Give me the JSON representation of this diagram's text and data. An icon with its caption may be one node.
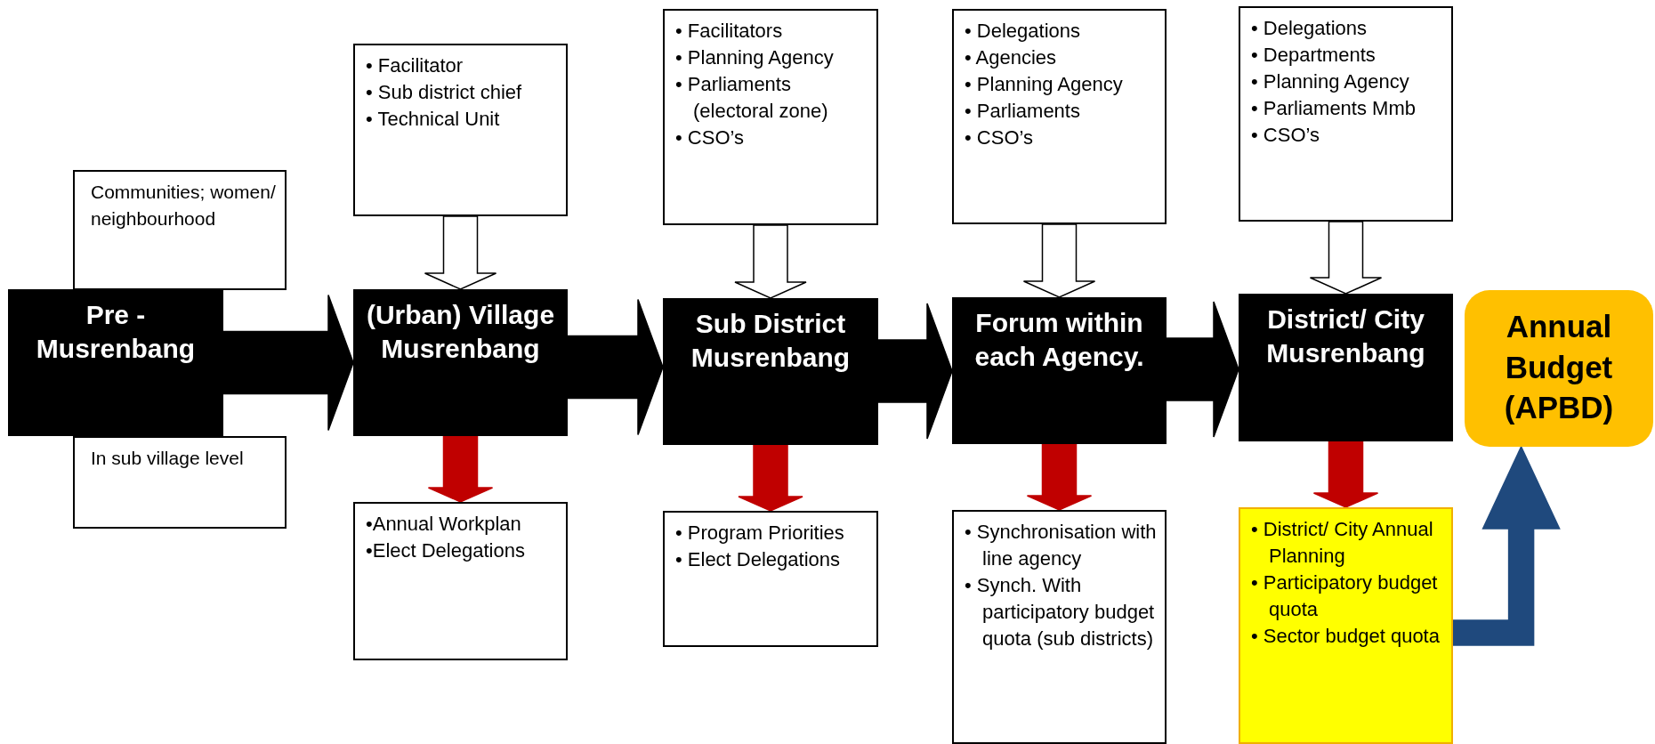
{
  "diagram": {
    "nodes": [
      {
        "text": [
          "Pre - Musrenbang"
        ]
      },
      {
        "text": [
          "Communities; women/ neighbourhood"
        ]
      },
      {
        "text": [
          "In sub village level"
        ]
      },
      {
        "text": [
          "(Urban) Village Musrenbang"
        ]
      },
      {
        "text": [
          "• Facilitator",
          "• Sub district chief",
          "• Technical Unit"
        ]
      },
      {
        "text": [
          "•Annual Workplan",
          "•Elect Delegations"
        ]
      },
      {
        "text": [
          "Sub District Musrenbang"
        ]
      },
      {
        "text": [
          "• Facilitators",
          "• Planning Agency",
          "• Parliaments (electoral zone)",
          "• CSO’s"
        ]
      },
      {
        "text": [
          "• Program Priorities",
          "• Elect Delegations"
        ]
      },
      {
        "text": [
          "Forum within each Agency."
        ]
      },
      {
        "text": [
          "• Delegations",
          "• Agencies",
          "• Planning Agency",
          "• Parliaments",
          "• CSO’s"
        ]
      },
      {
        "text": [
          "• Synchronisation with line agency",
          "• Synch. With participatory budget quota (sub districts)"
        ]
      },
      {
        "text": [
          "District/ City Musrenbang"
        ]
      },
      {
        "text": [
          "• Delegations",
          "• Departments",
          "• Planning Agency",
          "• Parliaments Mmb",
          "• CSO’s"
        ]
      },
      {
        "text": [
          "• District/ City Annual Planning",
          "• Participatory budget quota",
          "• Sector budget quota"
        ]
      },
      {
        "text": [
          "Annual Budget (APBD)"
        ]
      }
    ],
    "edges": [
      {
        "from": 0,
        "to": 3,
        "arrow": "to",
        "style": "thick",
        "color": "#000000"
      },
      {
        "from": 4,
        "to": 3,
        "arrow": "to",
        "style": "thick",
        "color": "#ffffff"
      },
      {
        "from": 3,
        "to": 5,
        "arrow": "to",
        "style": "thick",
        "color": "#c00000"
      },
      {
        "from": 3,
        "to": 6,
        "arrow": "to",
        "style": "thick",
        "color": "#000000"
      },
      {
        "from": 7,
        "to": 6,
        "arrow": "to",
        "style": "thick",
        "color": "#ffffff"
      },
      {
        "from": 6,
        "to": 8,
        "arrow": "to",
        "style": "thick",
        "color": "#c00000"
      },
      {
        "from": 6,
        "to": 9,
        "arrow": "to",
        "style": "thick",
        "color": "#000000"
      },
      {
        "from": 10,
        "to": 9,
        "arrow": "to",
        "style": "thick",
        "color": "#ffffff"
      },
      {
        "from": 9,
        "to": 11,
        "arrow": "to",
        "style": "thick",
        "color": "#c00000"
      },
      {
        "from": 9,
        "to": 12,
        "arrow": "to",
        "style": "thick",
        "color": "#000000"
      },
      {
        "from": 13,
        "to": 12,
        "arrow": "to",
        "style": "thick",
        "color": "#ffffff"
      },
      {
        "from": 12,
        "to": 14,
        "arrow": "to",
        "style": "thick",
        "color": "#c00000"
      },
      {
        "from": 14,
        "to": 15,
        "arrow": "to",
        "style": "thick",
        "color": "#1f497d"
      }
    ]
  }
}
